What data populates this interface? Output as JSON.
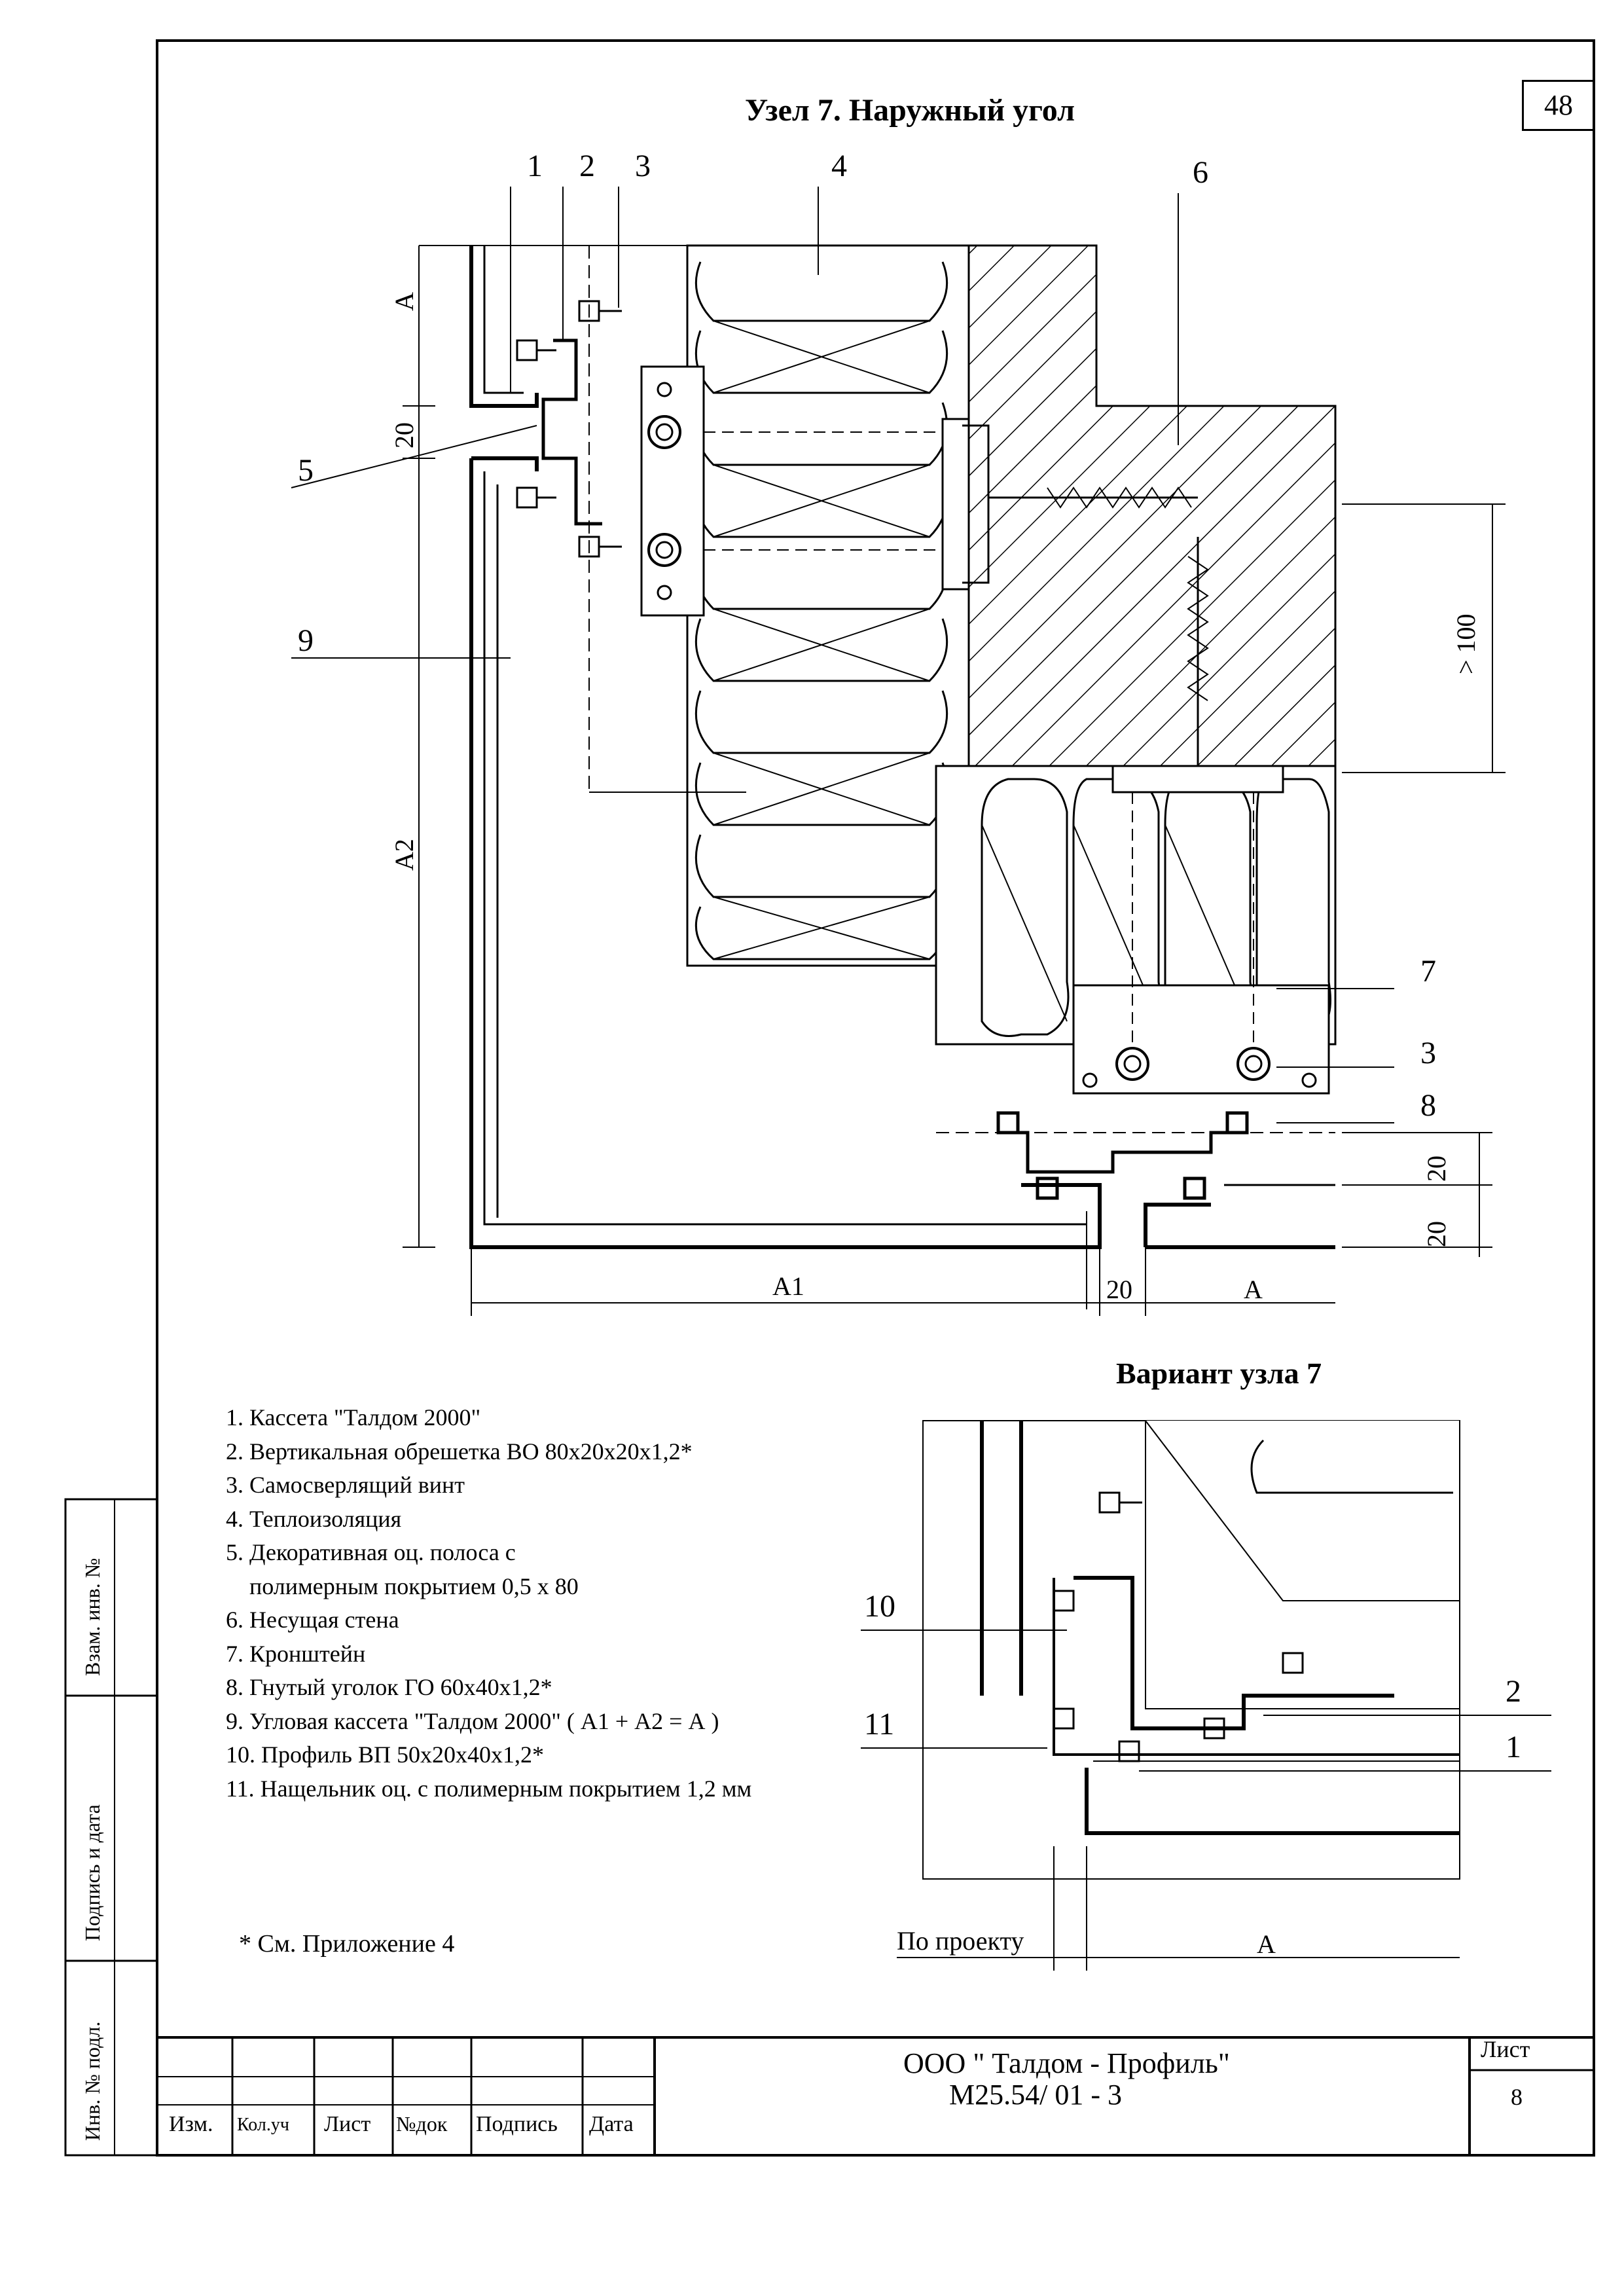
{
  "page_number": "48",
  "title": "Узел 7. Наружный угол",
  "variant_title": "Вариант узла 7",
  "callouts": {
    "c1": "1",
    "c2": "2",
    "c3": "3",
    "c4": "4",
    "c5": "5",
    "c6": "6",
    "c7": "7",
    "c3b": "3",
    "c8": "8",
    "c9": "9",
    "v10": "10",
    "v11": "11",
    "v2": "2",
    "v1": "1"
  },
  "dimensions": {
    "a_top": "А",
    "d20_left": "20",
    "a2": "А2",
    "gt100": "> 100",
    "d20_right_upper": "20",
    "d20_right_lower": "20",
    "a1": "А1",
    "d20_bottom": "20",
    "a_bottom": "А",
    "by_project": "По проекту",
    "a_variant": "А"
  },
  "legend": [
    "1. Кассета \"Талдом 2000\"",
    "2. Вертикальная обрешетка ВО 80х20х20х1,2*",
    "3. Самосверлящий винт",
    "4. Теплоизоляция",
    "5. Декоративная оц. полоса с",
    "    полимерным покрытием 0,5 х 80",
    "6. Несущая стена",
    "7. Кронштейн",
    "8. Гнутый уголок ГО 60х40х1,2*",
    "9. Угловая кассета \"Талдом 2000\" ( А1 + А2 = А )",
    "10. Профиль ВП 50х20х40х1,2*",
    "11. Нащельник оц. с полимерным покрытием 1,2 мм"
  ],
  "footnote": "* См. Приложение 4",
  "side_stamp": {
    "vzam": "Взам. инв. №",
    "podpis": "Подпись и дата",
    "inv": "Инв. № подл."
  },
  "title_block": {
    "columns": [
      "Изм.",
      "Кол.уч",
      "Лист",
      "№док",
      "Подпись",
      "Дата"
    ],
    "organization": "ООО \" Талдом - Профиль\"",
    "code": "М25.54/ 01 - 3",
    "sheet_label": "Лист",
    "sheet_number": "8"
  }
}
